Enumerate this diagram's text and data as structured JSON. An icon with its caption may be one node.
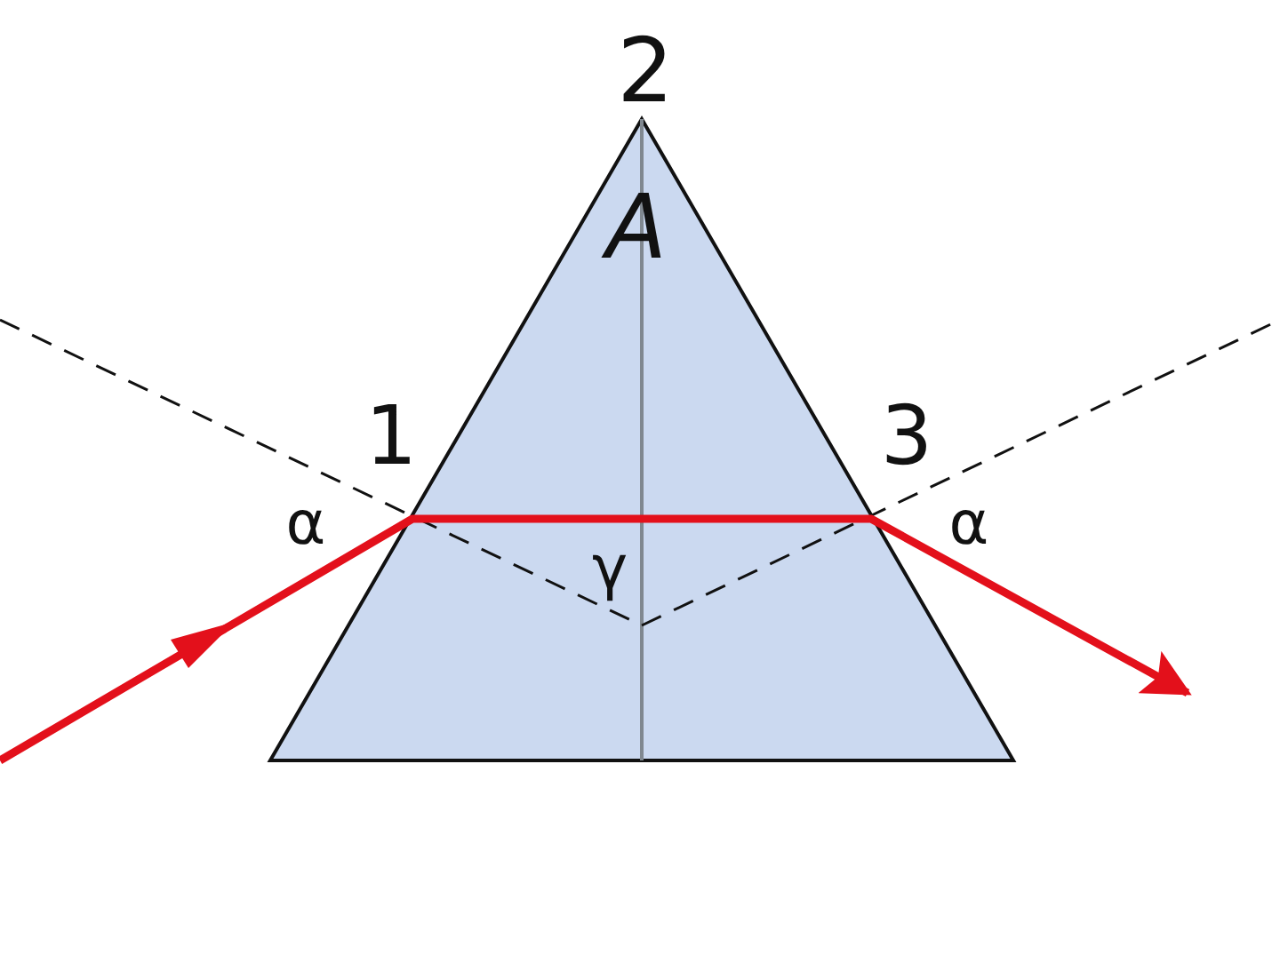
{
  "diagram": {
    "labels": [
      "2",
      "A",
      "1",
      "3",
      "α",
      "γ",
      "α"
    ]
  }
}
